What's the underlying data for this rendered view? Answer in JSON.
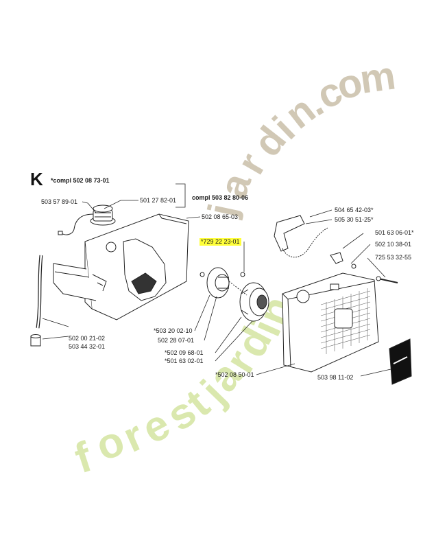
{
  "section_letter": "K",
  "compl_main": "*compl 502 08 73-01",
  "compl_tank": "compl 503 82 80-06",
  "part_numbers": {
    "p1": "503 57 89-01",
    "p2": "501 27 82-01",
    "p3": "502 08 65-03",
    "p4": "*729 22 23-01",
    "p5": "504 65 42-03*",
    "p6": "505 30 51-25*",
    "p7": "501 63 06-01*",
    "p8": "502 10 38-01",
    "p9": "725 53 32-55",
    "p10": "*503 20 02-10",
    "p11": "502 28 07-01",
    "p12": "502 00 21-02",
    "p13": "503 44 32-01",
    "p14": "*502 09 68-01",
    "p15": "*501 63 02-01",
    "p16": "*502 08 50-01",
    "p17": "503 98 11-02"
  },
  "watermark_top": "jardin.com",
  "watermark_bottom": "forestjardin",
  "colors": {
    "highlight": "#ffff3a",
    "watermark_top": "#c9bfa9",
    "watermark_bottom": "#d6e6a6",
    "line": "#222222"
  }
}
